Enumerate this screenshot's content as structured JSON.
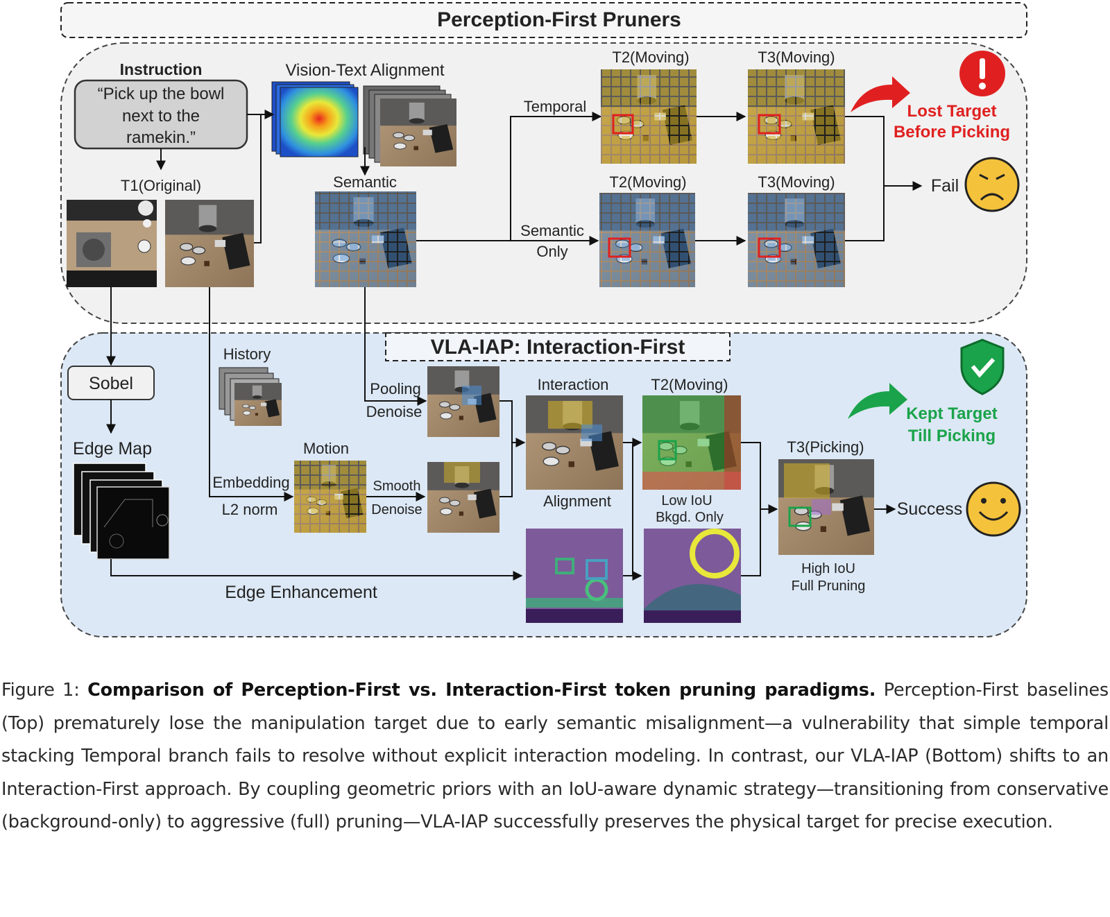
{
  "titles": {
    "top": "Perception-First Pruners",
    "bottom": "VLA-IAP: Interaction-First"
  },
  "top": {
    "instruction_label": "Instruction",
    "instruction_lines": [
      "“Pick up the bowl",
      "next to the",
      "ramekin.”"
    ],
    "vision_text": "Vision-Text Alignment",
    "t1": "T1(Original)",
    "semantic": "Semantic",
    "temporal": "Temporal",
    "semantic_only_1": "Semantic",
    "semantic_only_2": "Only",
    "t2_a": "T2(Moving)",
    "t3_a": "T3(Moving)",
    "t2_b": "T2(Moving)",
    "t3_b": "T3(Moving)",
    "lost_1": "Lost Target",
    "lost_2": "Before Picking",
    "fail": "Fail"
  },
  "bottom": {
    "sobel": "Sobel",
    "edge_map": "Edge Map",
    "history": "History",
    "pooling": "Pooling",
    "denoise_1": "Denoise",
    "motion": "Motion",
    "embedding": "Embedding",
    "l2norm": "L2 norm",
    "smooth": "Smooth",
    "denoise_2": "Denoise",
    "interaction": "Interaction",
    "alignment": "Alignment",
    "t2": "T2(Moving)",
    "low_iou": "Low IoU",
    "bkgd_only": "Bkgd. Only",
    "t3": "T3(Picking)",
    "high_iou": "High IoU",
    "full_pruning": "Full Pruning",
    "kept_1": "Kept Target",
    "kept_2": "Till Picking",
    "success": "Success",
    "edge_enh": "Edge Enhancement"
  },
  "colors": {
    "red_accent": "#e02020",
    "green_accent": "#1aa34a",
    "top_panel_bg": "#f1f1f1",
    "bottom_panel_bg": "#dce8f5",
    "face_yellow": "#f5c23c"
  },
  "caption": {
    "prefix": "Figure 1: ",
    "bold": "Comparison of Perception-First vs. Interaction-First token pruning paradigms.",
    "text": " Perception-First baselines (Top) prematurely lose the manipulation target due to early semantic misalignment—a vulnerability that simple temporal stacking Temporal branch fails to resolve without explicit interaction modeling. In contrast, our VLA-IAP (Bottom) shifts to an Interaction-First approach. By coupling geometric priors with an IoU-aware dynamic strategy—transitioning from conservative (background-only) to aggressive (full) pruning—VLA-IAP successfully preserves the physical target for precise execution."
  }
}
